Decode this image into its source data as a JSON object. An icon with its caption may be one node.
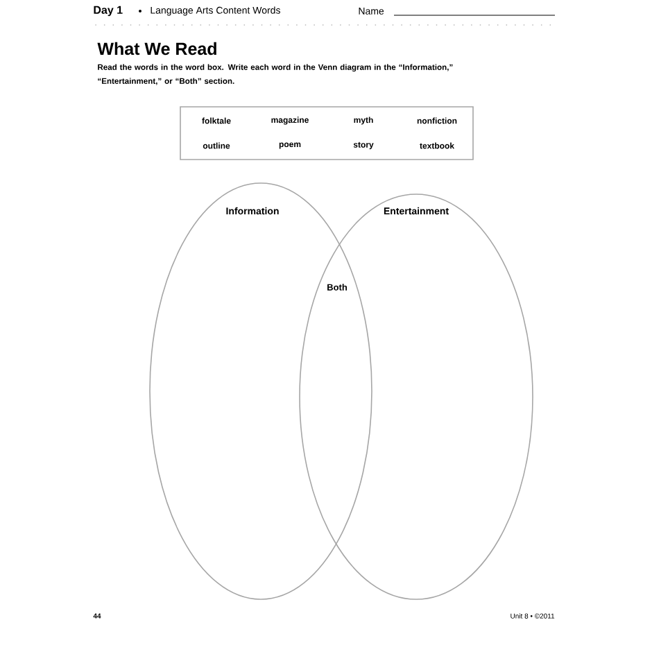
{
  "diagram": {
    "title": "What We Read",
    "nodes": [
      {
        "text": [
          "folktale",
          "magazine",
          "myth",
          "nonfiction",
          "outline",
          "poem",
          "story",
          "textbook"
        ]
      },
      {
        "text": [
          "Information"
        ]
      },
      {
        "text": [
          "Entertainment"
        ]
      }
    ],
    "edges": [],
    "labels": [
      "Day 1",
      "Language Arts Content Words",
      "Name",
      "Read the words in the word box. Write each word in the Venn diagram in the “Information,” “Entertainment,” or “Both” section.",
      "Both",
      "44",
      "Unit 8 • ©2011"
    ]
  }
}
